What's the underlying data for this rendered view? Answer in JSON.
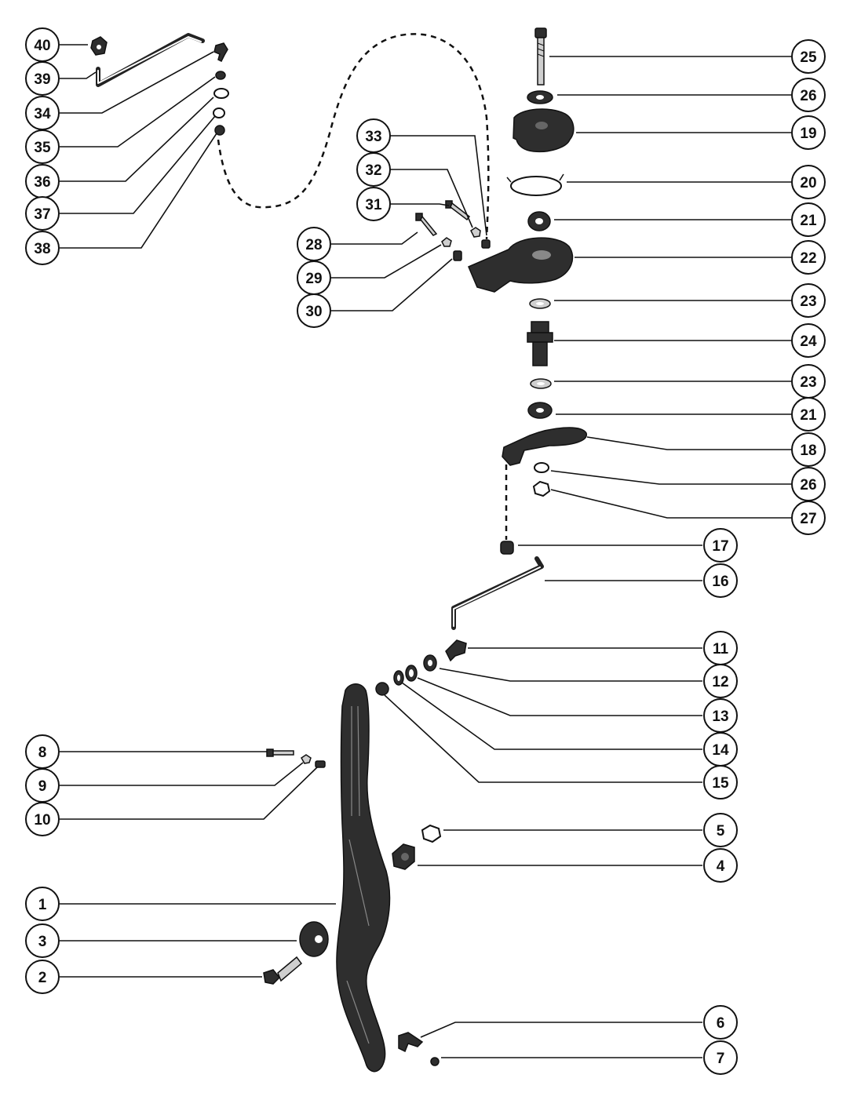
{
  "diagram": {
    "callouts": [
      "40",
      "39",
      "34",
      "35",
      "36",
      "37",
      "38",
      "33",
      "32",
      "31",
      "28",
      "29",
      "30",
      "25",
      "26",
      "19",
      "20",
      "21",
      "22",
      "23",
      "24",
      "23",
      "21",
      "18",
      "26",
      "27",
      "17",
      "16",
      "11",
      "12",
      "13",
      "14",
      "15",
      "8",
      "9",
      "10",
      "5",
      "4",
      "1",
      "3",
      "2",
      "6",
      "7"
    ]
  }
}
